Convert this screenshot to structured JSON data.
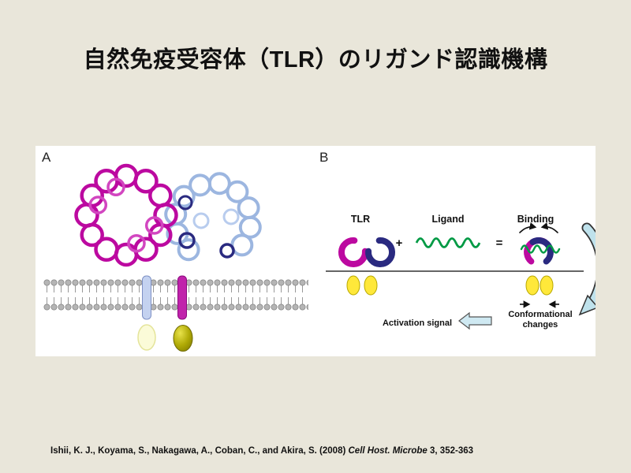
{
  "slide": {
    "title": "自然免疫受容体（TLR）のリガンド認識機構",
    "citation": {
      "prefix": "Ishii, K. J., Koyama, S., Nakagawa, A., Coban, C., and Akira, S. (2008) ",
      "journal": "Cell Host. Microbe",
      "suffix": " 3, 352-363"
    }
  },
  "figure": {
    "panel_a": {
      "label": "A"
    },
    "panel_b": {
      "label": "B",
      "tlr_label": "TLR",
      "plus": "+",
      "ligand_label": "Ligand",
      "equals": "=",
      "binding_label": "Binding",
      "activation_signal": "Activation signal",
      "conformational_line1": "Conformational",
      "conformational_line2": "changes"
    },
    "colors": {
      "magenta": "#bc09a0",
      "navy": "#2a2a80",
      "light_blue": "#9cb6e0",
      "green": "#009a44",
      "yellow": "#ffe83a",
      "pale_yellow": "#fbfbd8",
      "olive": "#b0aa06",
      "membrane_gray": "#b5b5b5",
      "arrow_teal": "#bfe2ec"
    }
  }
}
